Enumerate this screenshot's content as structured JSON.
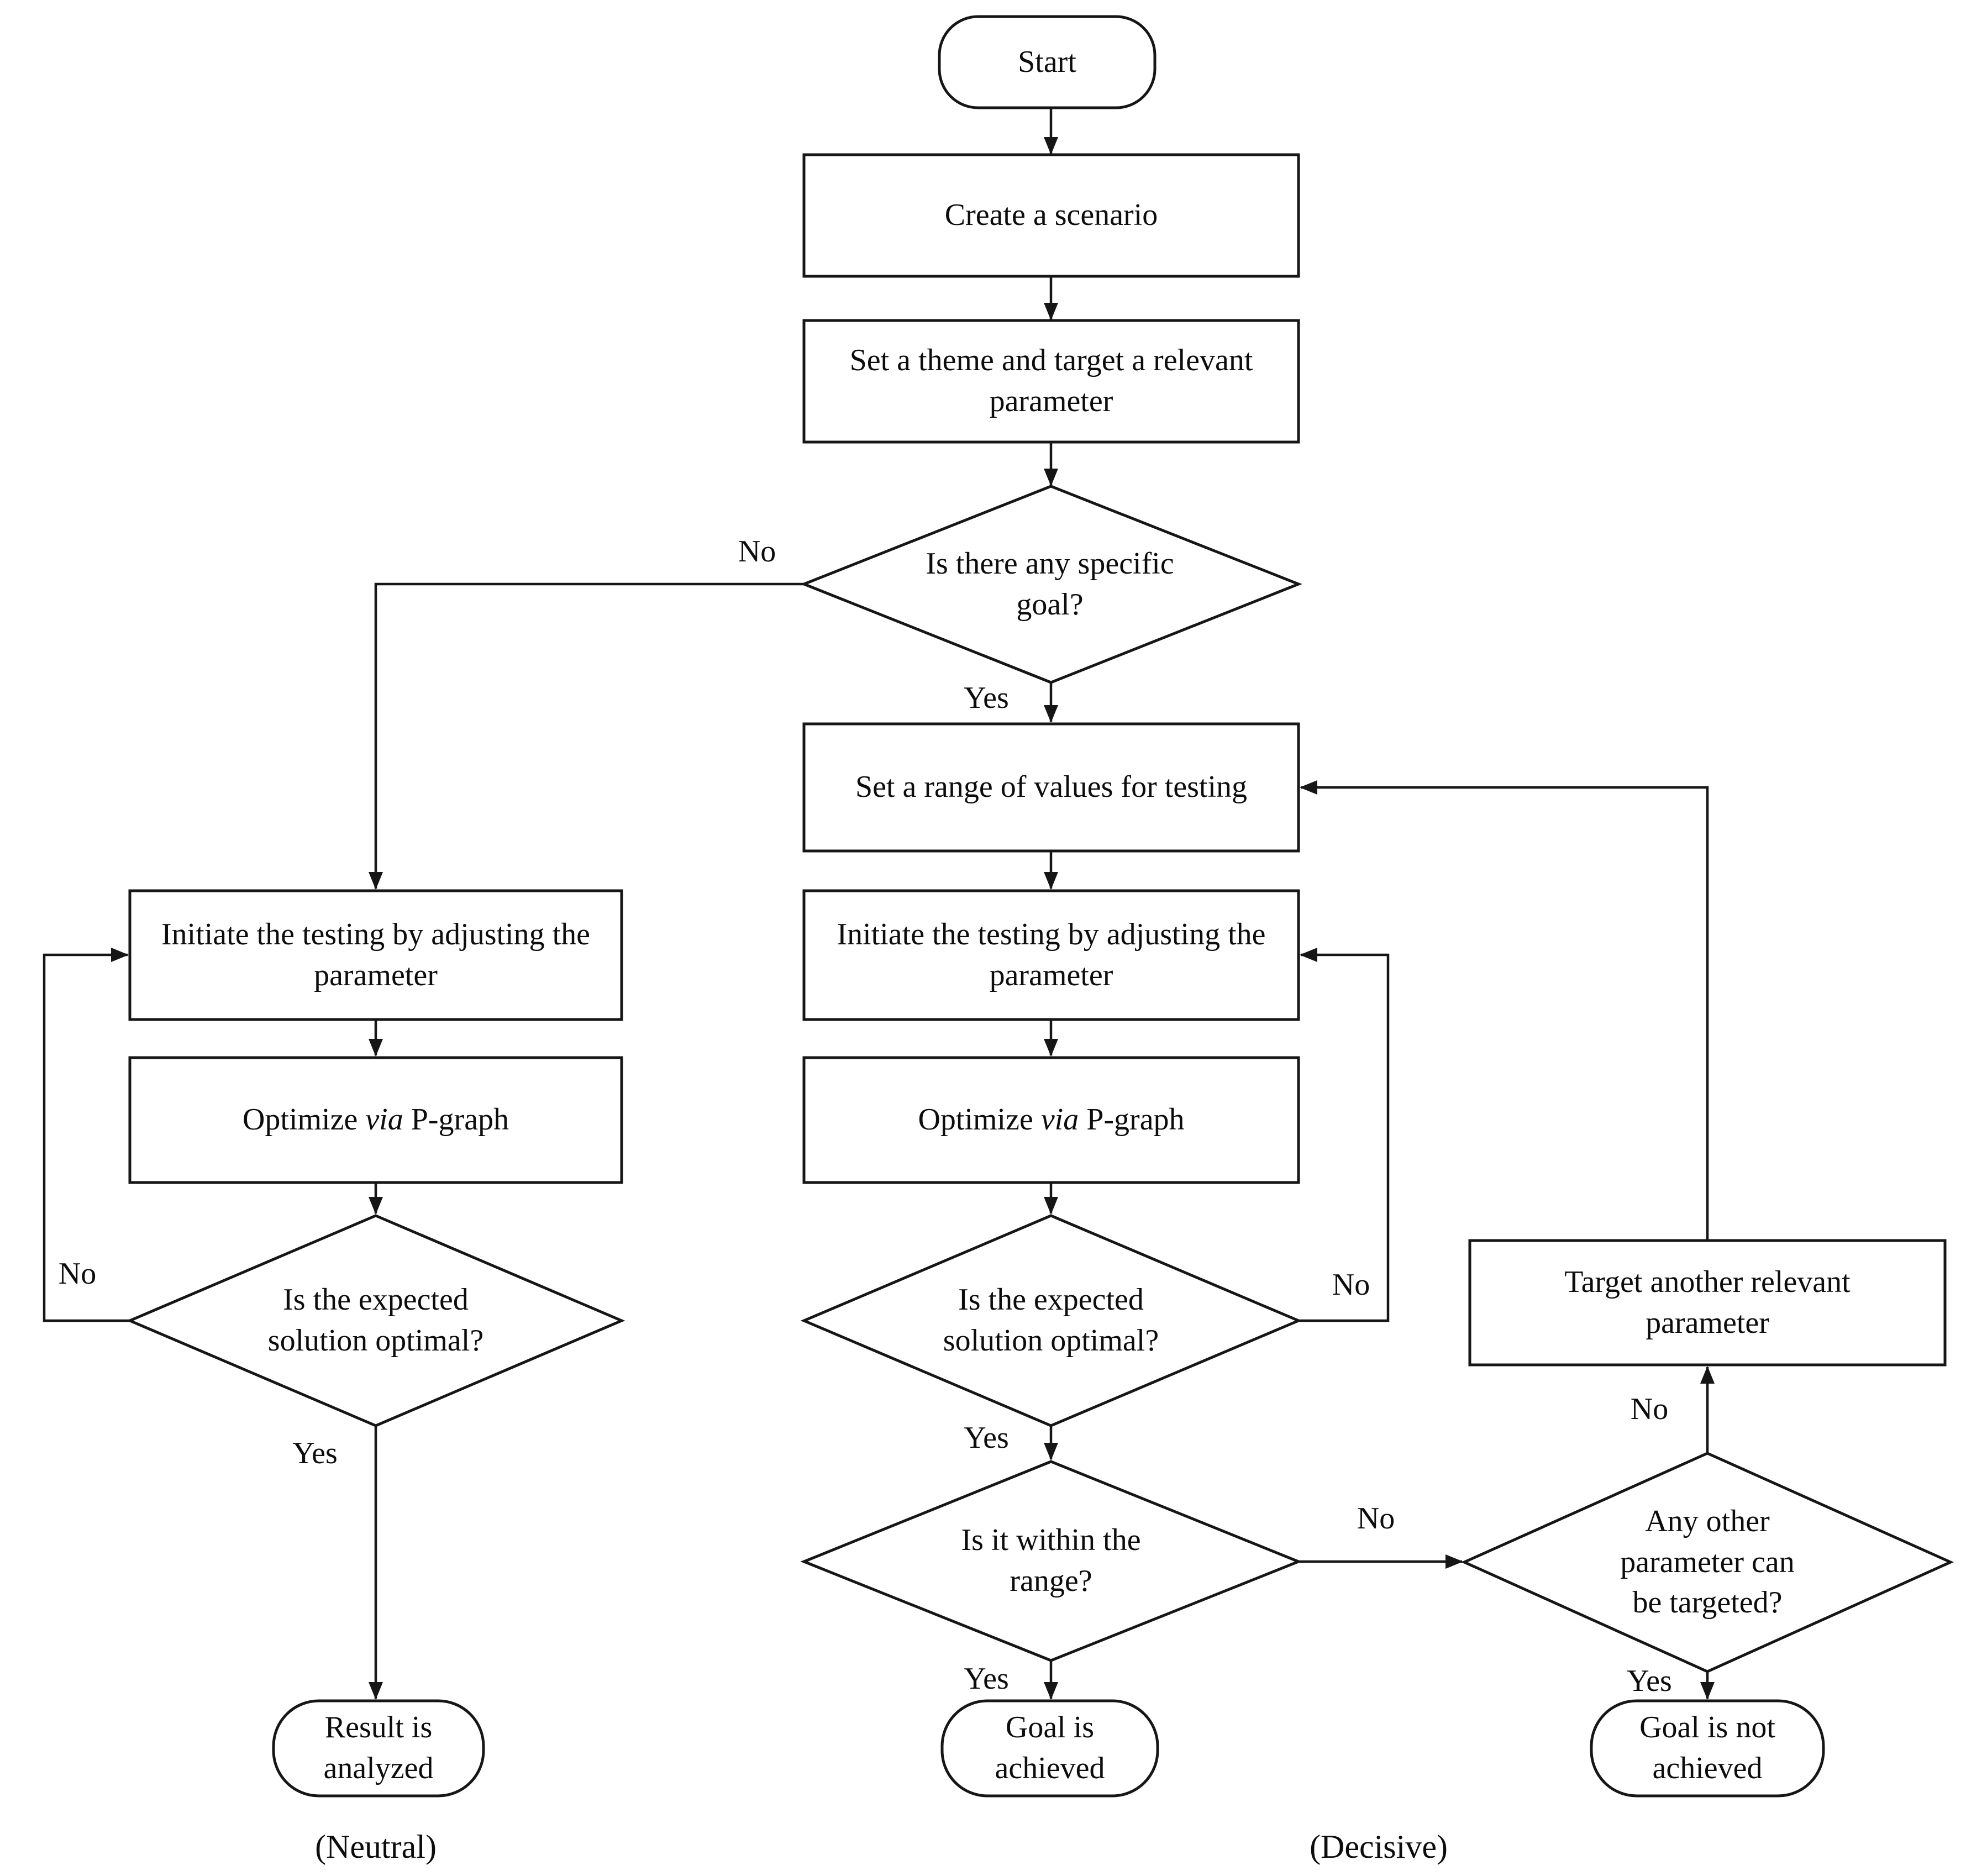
{
  "diagram": {
    "nodes": {
      "start": "Start",
      "create_scenario": "Create a scenario",
      "set_theme": "Set a theme and target a relevant parameter",
      "specific_goal_q": "Is there any specific goal?",
      "set_range": "Set a range of values for testing",
      "initiate_testing": "Initiate the testing by adjusting the parameter",
      "optimize_pre": "Optimize ",
      "optimize_via": "via",
      "optimize_post": " P-graph",
      "solution_optimal_q": "Is the expected solution optimal?",
      "within_range_q": "Is it within the range?",
      "target_another": "Target another relevant parameter",
      "any_other_q": "Any other parameter can be targeted?",
      "result_analyzed": "Result is analyzed",
      "goal_achieved": "Goal is achieved",
      "goal_not_achieved": "Goal is not achieved"
    },
    "edge_labels": {
      "yes": "Yes",
      "no": "No"
    },
    "captions": {
      "left": "(Neutral)",
      "right": "(Decisive)"
    },
    "colors": {
      "line": "#161616",
      "background": "#ffffff",
      "text": "#0d0d0d"
    }
  }
}
